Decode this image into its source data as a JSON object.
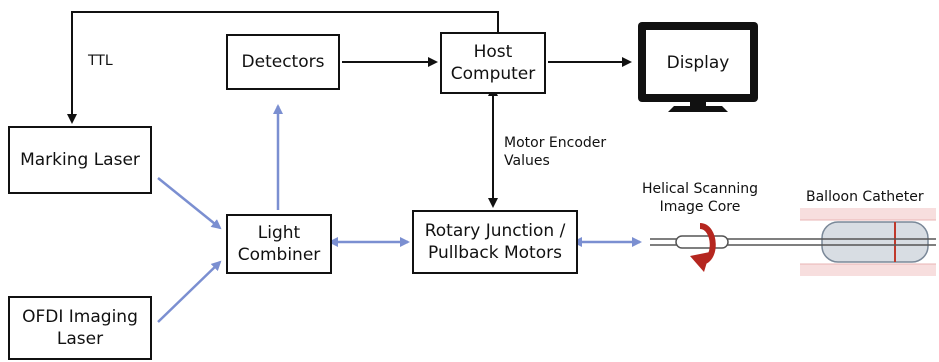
{
  "nodes": {
    "detectors": "Detectors",
    "host_computer": "Host\nComputer",
    "display": "Display",
    "marking_laser": "Marking Laser",
    "light_combiner": "Light\nCombiner",
    "rotary_junction": "Rotary Junction /\nPullback Motors",
    "ofdi_laser": "OFDI Imaging\nLaser"
  },
  "labels": {
    "ttl": "TTL",
    "motor_encoder": "Motor Encoder\nValues",
    "helical_core": "Helical Scanning\nImage Core",
    "balloon_catheter": "Balloon Catheter"
  },
  "colors": {
    "black_line": "#111111",
    "blue_line": "#7b8fd1",
    "red_arrow": "#b5261f",
    "balloon_fill": "#f7dede",
    "balloon_body": "#d8dde3"
  }
}
